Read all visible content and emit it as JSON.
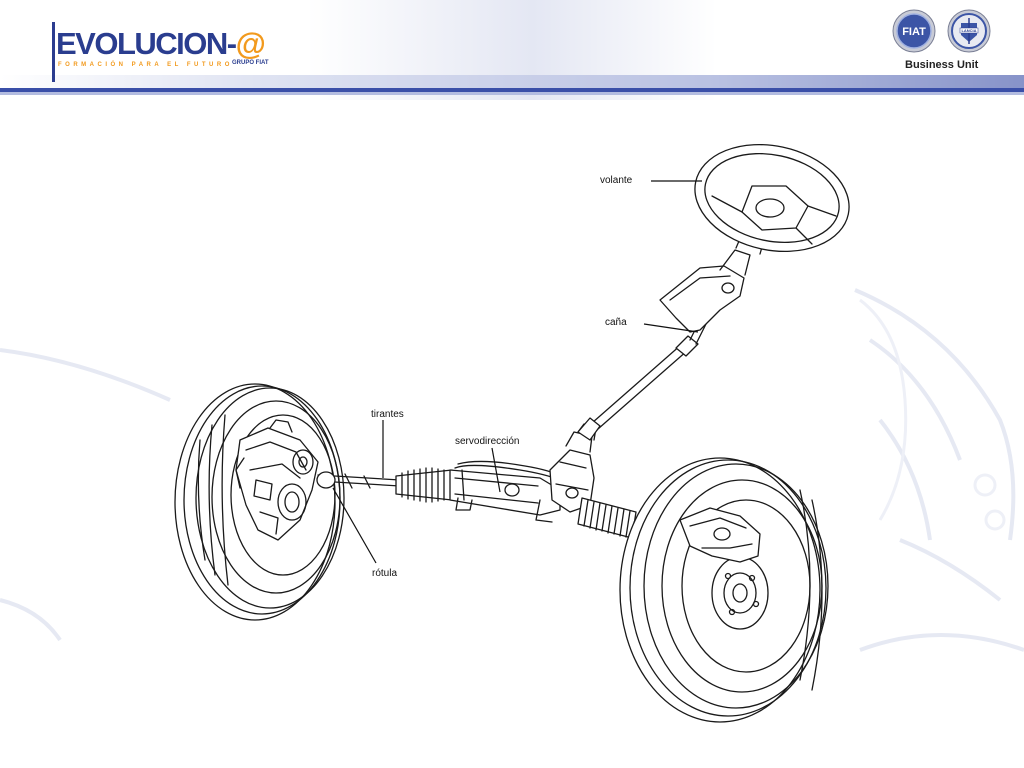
{
  "header": {
    "logo_main": "EVOLUCION-",
    "logo_at": "@",
    "logo_sub": "FORMACIÓN PARA EL FUTURO",
    "logo_grupo": "GRUPO FIAT",
    "fiat_badge": "FIAT",
    "lancia_badge": "LANCIA",
    "business_unit": "Business Unit"
  },
  "diagram": {
    "labels": {
      "volante": "volante",
      "cana": "caña",
      "tirantes": "tirantes",
      "servodireccion": "servodirección",
      "rotula": "rótula"
    }
  },
  "colors": {
    "brand_blue": "#2a3d8f",
    "brand_orange": "#f29a1d",
    "stripe_blue": "#3a4fa8",
    "stripe_light": "#c9cfe6"
  },
  "icons": [
    "fiat-logo-icon",
    "lancia-logo-icon",
    "steering-system-illustration"
  ]
}
